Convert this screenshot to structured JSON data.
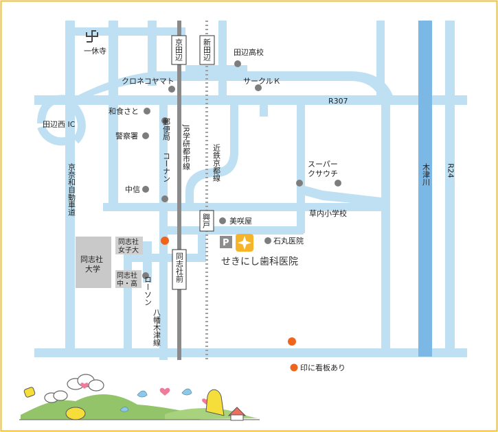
{
  "landmarks": {
    "ikkyuji": "一休寺",
    "tanabe_koko": "田辺高校",
    "kuroneko": "クロネコヤマト",
    "circle_k": "サークルＫ",
    "washoku": "和食さと",
    "keisatsu": "警察署",
    "yubinkyoku": "郵便局",
    "konan": "コーナン",
    "chushin": "中信",
    "super": "スーパー",
    "kusauchi": "クサウチ",
    "kusauchi_school": "草内小学校",
    "mikoya": "美咲屋",
    "ishimaru": "石丸医院",
    "doshisha_joshi_1": "同志社",
    "doshisha_joshi_2": "女子大",
    "doshisha_univ_1": "同志社",
    "doshisha_univ_2": "大学",
    "doshisha_chuko_1": "同志社",
    "doshisha_chuko_2": "中・高",
    "lawson": "ローソン",
    "clinic": "せきにし歯科医院",
    "parking": "P"
  },
  "roads": {
    "r307": "R307",
    "r24": "R24",
    "tanabe_nishi_ic": "田辺西 IC",
    "keinawa": "京奈和自動車道",
    "yawata_kizu": "八幡木津線",
    "kizugawa": "木津川",
    "jr_line": "JR学研都市線",
    "kintetsu_line": "近鉄京都線"
  },
  "stations": {
    "kyotanabe": "京田辺",
    "shintanabe": "新田辺",
    "doshishamae": "同志社前",
    "kodo": "興戸"
  },
  "legend": {
    "text": "印に看板あり"
  },
  "colors": {
    "road": "#bfe0f3",
    "river": "#7bb8e6",
    "jr_line": "#8a8a8a",
    "kintetsu_line": "#a0a0a0",
    "campus": "#c9c9c9",
    "signboard": "#f0651e",
    "clinic_icon": "#f6b42b",
    "poi_dot": "#7d7d7d",
    "frame": "#f5c02f"
  },
  "icons": {
    "temple": "manji-icon",
    "clinic": "sparkle-icon",
    "signboard": "orange-dot-icon"
  }
}
